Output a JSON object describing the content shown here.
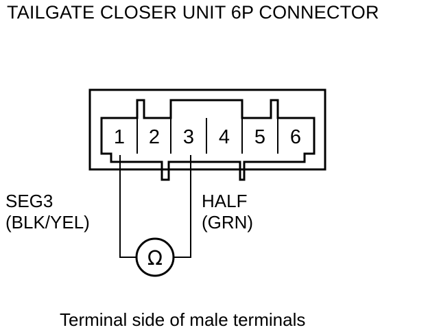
{
  "title": "TAILGATE CLOSER UNIT 6P CONNECTOR",
  "connector": {
    "terminals": [
      "1",
      "2",
      "3",
      "4",
      "5",
      "6"
    ]
  },
  "probe_left": {
    "name": "SEG3",
    "wire": "(BLK/YEL)",
    "terminal": "1"
  },
  "probe_right": {
    "name": "HALF",
    "wire": "(GRN)",
    "terminal": "3"
  },
  "meter": {
    "symbol": "Ω",
    "icon": "ohmmeter-icon"
  },
  "caption": "Terminal side of male terminals"
}
